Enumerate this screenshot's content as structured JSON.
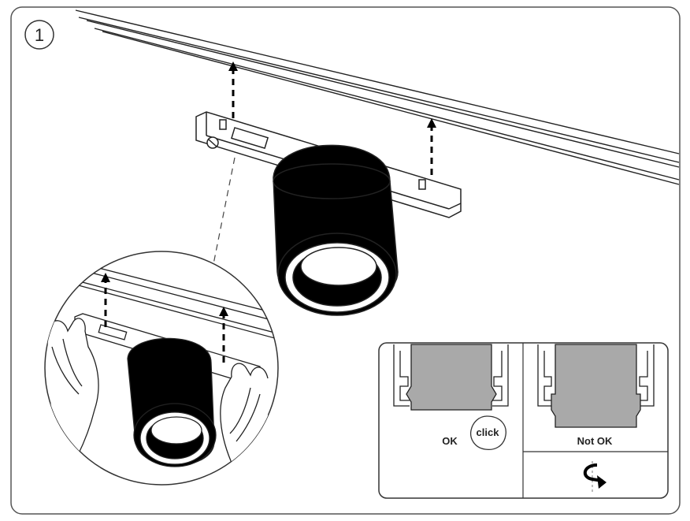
{
  "step": {
    "number": "1"
  },
  "inset": {
    "ok_label": "OK",
    "click_label": "click",
    "not_ok_label": "Not OK",
    "rotate_icon": "rotate-arrow-icon"
  }
}
